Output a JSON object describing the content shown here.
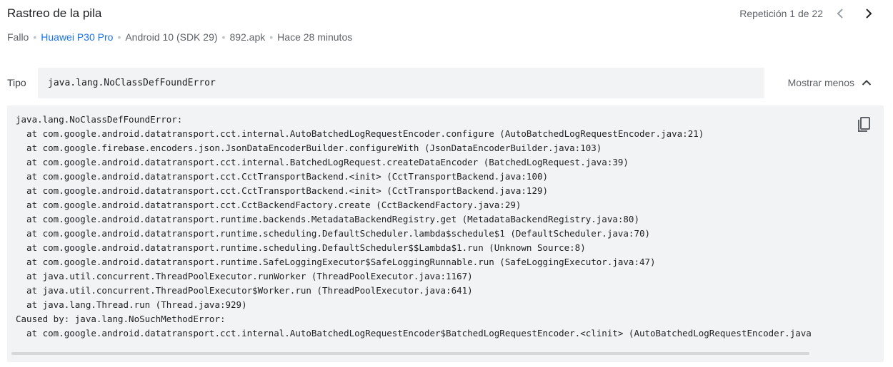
{
  "header": {
    "title": "Rastreo de la pila",
    "pager": {
      "label": "Repetición 1 de 22",
      "prev_icon": "chevron-left-icon",
      "next_icon": "chevron-right-icon"
    }
  },
  "meta": {
    "status": "Fallo",
    "device": "Huawei P30 Pro",
    "os": "Android 10 (SDK 29)",
    "apk": "892.apk",
    "time": "Hace 28 minutos",
    "separator": "•"
  },
  "exception": {
    "type_label": "Tipo",
    "type_value": "java.lang.NoClassDefFoundError",
    "toggle_label": "Mostrar menos",
    "toggle_icon": "chevron-up-icon"
  },
  "trace": {
    "copy_icon": "copy-icon",
    "lines": [
      "java.lang.NoClassDefFoundError:",
      "  at com.google.android.datatransport.cct.internal.AutoBatchedLogRequestEncoder.configure (AutoBatchedLogRequestEncoder.java:21)",
      "  at com.google.firebase.encoders.json.JsonDataEncoderBuilder.configureWith (JsonDataEncoderBuilder.java:103)",
      "  at com.google.android.datatransport.cct.internal.BatchedLogRequest.createDataEncoder (BatchedLogRequest.java:39)",
      "  at com.google.android.datatransport.cct.CctTransportBackend.<init> (CctTransportBackend.java:100)",
      "  at com.google.android.datatransport.cct.CctTransportBackend.<init> (CctTransportBackend.java:129)",
      "  at com.google.android.datatransport.cct.CctBackendFactory.create (CctBackendFactory.java:29)",
      "  at com.google.android.datatransport.runtime.backends.MetadataBackendRegistry.get (MetadataBackendRegistry.java:80)",
      "  at com.google.android.datatransport.runtime.scheduling.DefaultScheduler.lambda$schedule$1 (DefaultScheduler.java:70)",
      "  at com.google.android.datatransport.runtime.scheduling.DefaultScheduler$$Lambda$1.run (Unknown Source:8)",
      "  at com.google.android.datatransport.runtime.SafeLoggingExecutor$SafeLoggingRunnable.run (SafeLoggingExecutor.java:47)",
      "  at java.util.concurrent.ThreadPoolExecutor.runWorker (ThreadPoolExecutor.java:1167)",
      "  at java.util.concurrent.ThreadPoolExecutor$Worker.run (ThreadPoolExecutor.java:641)",
      "  at java.lang.Thread.run (Thread.java:929)",
      "Caused by: java.lang.NoSuchMethodError:",
      "  at com.google.android.datatransport.cct.internal.AutoBatchedLogRequestEncoder$BatchedLogRequestEncoder.<clinit> (AutoBatchedLogRequestEncoder.java"
    ]
  }
}
